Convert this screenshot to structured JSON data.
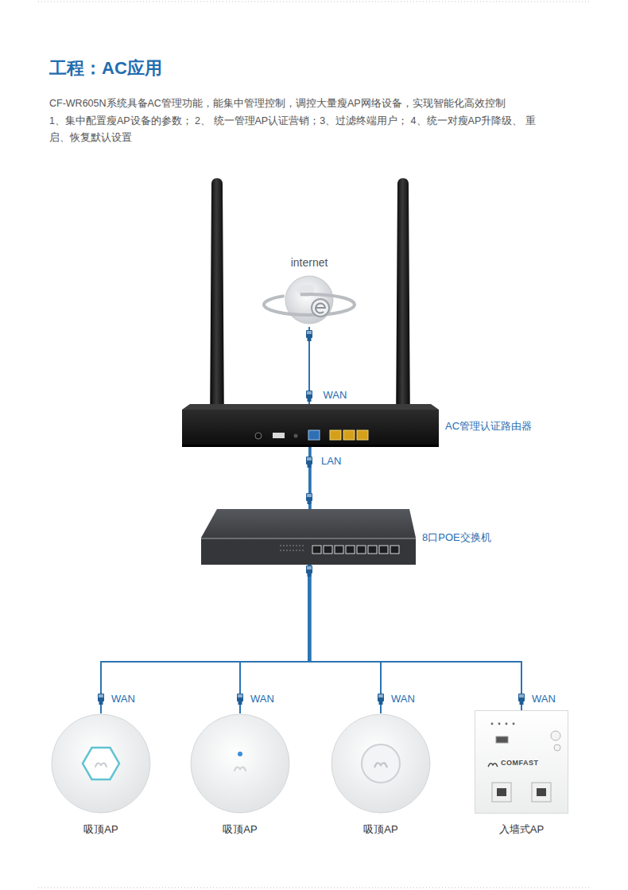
{
  "diagram": {
    "title": "工程：AC应用",
    "nodes": [
      {
        "text": [
          "internet"
        ]
      },
      {
        "text": [
          "AC管理认证路由器"
        ]
      },
      {
        "text": [
          "8口POE交换机"
        ]
      },
      {
        "text": [
          "吸顶AP"
        ]
      },
      {
        "text": [
          "吸顶AP"
        ]
      },
      {
        "text": [
          "吸顶AP"
        ]
      },
      {
        "text": [
          "入墙式AP"
        ]
      }
    ],
    "edges": [
      {
        "from": 0,
        "to": 1,
        "arrow": "none",
        "label": "WAN"
      },
      {
        "from": 1,
        "to": 2,
        "arrow": "none",
        "label": "LAN"
      },
      {
        "from": 2,
        "to": 3,
        "arrow": "none",
        "label": "WAN"
      },
      {
        "from": 2,
        "to": 4,
        "arrow": "none",
        "label": "WAN"
      },
      {
        "from": 2,
        "to": 5,
        "arrow": "none",
        "label": "WAN"
      },
      {
        "from": 2,
        "to": 6,
        "arrow": "none",
        "label": "WAN"
      }
    ],
    "labels": [
      "CF-WR605N系统具备AC管理功能，能集中管理控制，调控大量瘦AP网络设备，实现智能化高效控制",
      "1、集中配置瘦AP设备的参数； 2、 统一管理AP认证营销；3、过滤终端用户； 4、统一对瘦AP升降级、 重启、恢复默认设置",
      "COMFAST"
    ]
  }
}
